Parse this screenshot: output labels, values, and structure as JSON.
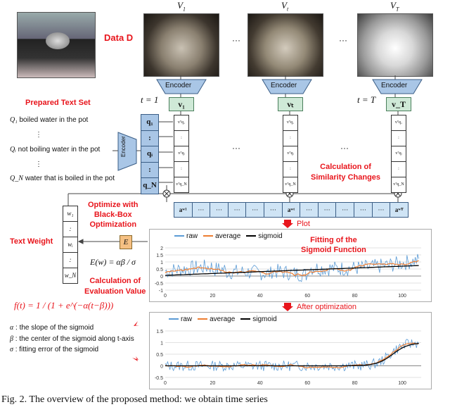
{
  "data_label": "Data D",
  "frames": {
    "v1": "V",
    "v1_sub": "1",
    "vt": "V",
    "vt_sub": "t",
    "vT": "V",
    "vT_sub": "T",
    "ellipsis": "···"
  },
  "encoder_label": "Encoder",
  "t_labels": {
    "t1": "t = 1",
    "tT": "t = T"
  },
  "v_vectors": {
    "v1": "v₁",
    "vt": "vₜ",
    "vT": "v_T"
  },
  "prepared_text_set": "Prepared Text Set",
  "texts": [
    {
      "q": "Q₁",
      "text": "boiled water in the pot"
    },
    {
      "q": "Qᵢ",
      "text": "not boiling water in the pot"
    },
    {
      "q": "Q_N",
      "text": "water that is boiled in the pot"
    }
  ],
  "text_encoder_label": "Encoder",
  "q_vectors": [
    "q₁",
    ":",
    "qᵢ",
    ":",
    "q_N"
  ],
  "sim_cells": [
    "vᵀq₁",
    ":",
    "vᵀqᵢ",
    ":",
    "vᵀq_N"
  ],
  "calc_similarity": "Calculation of\nSimilarity Changes",
  "a_cells": [
    "aʷ¹",
    "···",
    "···",
    "···",
    "···",
    "···",
    "aʷᵗ",
    "···",
    "···",
    "···",
    "···",
    "···",
    "aʷᵀ"
  ],
  "optimize_label": "Optimize with\nBlack-Box\nOptimization",
  "text_weight": "Text Weight",
  "w_cells": [
    "w₁",
    ":",
    "wᵢ",
    ":",
    "w_N"
  ],
  "e_box": "E",
  "energy_formula": "E(w) = αβ / σ",
  "calc_eval": "Calculation of\nEvaluation Value",
  "plot_label": "Plot",
  "fitting_label": "Fitting of the\nSigmoid Function",
  "after_opt_label": "After optimization",
  "legend": [
    "raw",
    "average",
    "sigmoid"
  ],
  "colors": {
    "red": "#e8151c",
    "raw": "#5b9bd5",
    "average": "#ed7d31",
    "sigmoid": "#000000"
  },
  "sigmoid_formula": "f(t) = 1 / (1 + e^(−α(t−β)))",
  "params": [
    {
      "sym": "α",
      "desc": ": the slope of the sigmoid"
    },
    {
      "sym": "β",
      "desc": ": the center of the sigmoid along t-axis"
    },
    {
      "sym": "σ",
      "desc": ": fitting error of the sigmoid"
    }
  ],
  "caption": "Fig. 2.    The overview of the proposed method: we obtain time series",
  "chart_data": [
    {
      "type": "line",
      "title": "",
      "x_ticks": [
        0,
        20,
        40,
        60,
        80,
        100
      ],
      "y_ticks": [
        -1,
        -0.5,
        0,
        0.5,
        1,
        1.5,
        2
      ],
      "xlim": [
        0,
        108
      ],
      "ylim": [
        -1,
        2
      ],
      "series": [
        {
          "name": "raw"
        },
        {
          "name": "average"
        },
        {
          "name": "sigmoid"
        }
      ]
    },
    {
      "type": "line",
      "title": "",
      "x_ticks": [
        0,
        20,
        40,
        60,
        80,
        100
      ],
      "y_ticks": [
        -0.5,
        0,
        0.5,
        1,
        1.5
      ],
      "xlim": [
        0,
        108
      ],
      "ylim": [
        -0.5,
        1.5
      ],
      "series": [
        {
          "name": "raw"
        },
        {
          "name": "average"
        },
        {
          "name": "sigmoid"
        }
      ]
    }
  ]
}
